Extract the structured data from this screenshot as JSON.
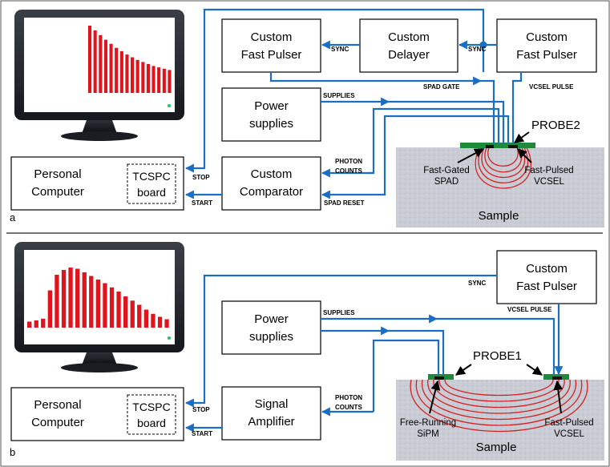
{
  "panel_a": {
    "letter": "a",
    "pulser_left": [
      "Custom",
      "Fast Pulser"
    ],
    "delayer": [
      "Custom",
      "Delayer"
    ],
    "pulser_right": [
      "Custom",
      "Fast Pulser"
    ],
    "power": [
      "Power",
      "supplies"
    ],
    "comparator": [
      "Custom",
      "Comparator"
    ],
    "pc": [
      "Personal",
      "Computer"
    ],
    "tcspc": [
      "TCSPC",
      "board"
    ],
    "probe": "PROBE2",
    "detector": [
      "Fast-Gated",
      "SPAD"
    ],
    "source": [
      "Fast-Pulsed",
      "VCSEL"
    ],
    "sample": "Sample",
    "signals": {
      "sync_left": "SYNC",
      "sync_right": "SYNC",
      "spad_gate": "SPAD GATE",
      "vcsel_pulse": "VCSEL PULSE",
      "supplies": "SUPPLIES",
      "photon_counts": [
        "PHOTON",
        "COUNTS"
      ],
      "spad_reset": "SPAD RESET",
      "stop": "STOP",
      "start": "START"
    },
    "histogram": [
      1.0,
      0.93,
      0.86,
      0.79,
      0.73,
      0.67,
      0.62,
      0.57,
      0.53,
      0.49,
      0.46,
      0.43,
      0.4,
      0.38,
      0.36,
      0.34
    ]
  },
  "panel_b": {
    "letter": "b",
    "pulser": [
      "Custom",
      "Fast Pulser"
    ],
    "power": [
      "Power",
      "supplies"
    ],
    "amplifier": [
      "Signal",
      "Amplifier"
    ],
    "pc": [
      "Personal",
      "Computer"
    ],
    "tcspc": [
      "TCSPC",
      "board"
    ],
    "probe": "PROBE1",
    "detector": [
      "Free-Running",
      "SiPM"
    ],
    "source": [
      "Fast-Pulsed",
      "VCSEL"
    ],
    "sample": "Sample",
    "signals": {
      "sync": "SYNC",
      "vcsel_pulse": "VCSEL PULSE",
      "supplies": "SUPPLIES",
      "photon_counts": [
        "PHOTON",
        "COUNTS"
      ],
      "stop": "STOP",
      "start": "START"
    },
    "histogram": [
      0.1,
      0.12,
      0.15,
      0.62,
      0.88,
      0.96,
      1.0,
      0.98,
      0.92,
      0.86,
      0.8,
      0.74,
      0.67,
      0.6,
      0.52,
      0.45,
      0.38,
      0.3,
      0.23,
      0.18,
      0.14
    ]
  },
  "colors": {
    "wire": "#1a6fc4",
    "bar": "#e0141c",
    "probe": "#1f8a3c",
    "fiber": "#d42020"
  }
}
